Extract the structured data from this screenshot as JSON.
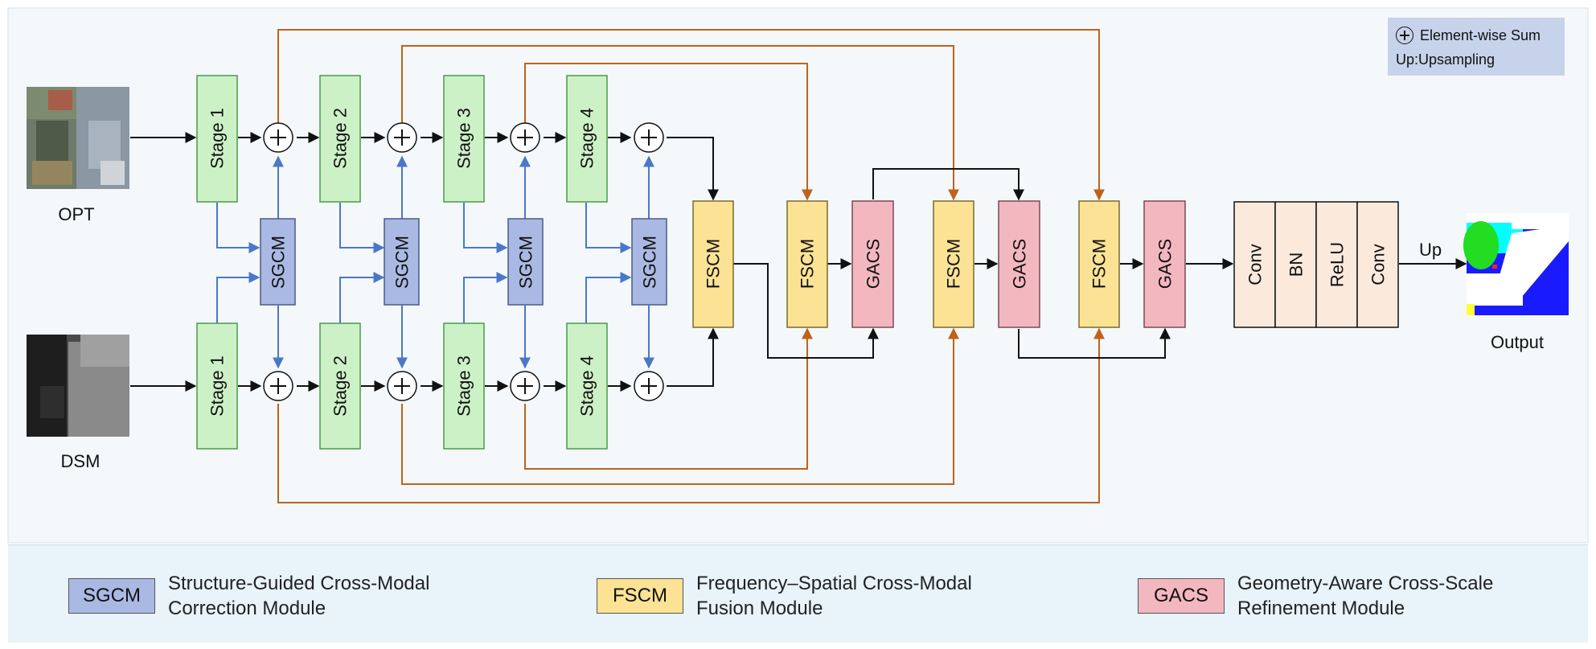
{
  "inputs": {
    "opt_label": "OPT",
    "dsm_label": "DSM"
  },
  "output": {
    "label": "Output",
    "up_label": "Up"
  },
  "stages": {
    "top": [
      "Stage 1",
      "Stage 2",
      "Stage 3",
      "Stage 4"
    ],
    "bottom": [
      "Stage 1",
      "Stage 2",
      "Stage 3",
      "Stage 4"
    ]
  },
  "sgcm_label": "SGCM",
  "fscm_label": "FSCM",
  "gacs_label": "GACS",
  "head_blocks": [
    "Conv",
    "BN",
    "ReLU",
    "Conv"
  ],
  "key": {
    "sum_label": "Element-wise Sum",
    "up_label": "Up:Upsampling"
  },
  "legend": [
    {
      "abbr": "SGCM",
      "line1": "Structure-Guided Cross-Modal",
      "line2": "Correction Module",
      "color": "#aab9e3"
    },
    {
      "abbr": "FSCM",
      "line1": "Frequency–Spatial Cross-Modal",
      "line2": "Fusion Module",
      "color": "#fbe294"
    },
    {
      "abbr": "GACS",
      "line1": "Geometry-Aware Cross-Scale",
      "line2": "Refinement Module",
      "color": "#f3b7c0"
    }
  ],
  "colors": {
    "stage_fill": "#cdf1c6",
    "stage_border": "#4a9a4a",
    "sgcm_fill": "#aab9e3",
    "fscm_fill": "#fbe294",
    "gacs_fill": "#f3b7c0",
    "head_fill": "#fbeadc",
    "blue_arrow": "#4a78c8",
    "orange_arrow": "#c0621a",
    "panel_bg": "#f4f8fb"
  }
}
